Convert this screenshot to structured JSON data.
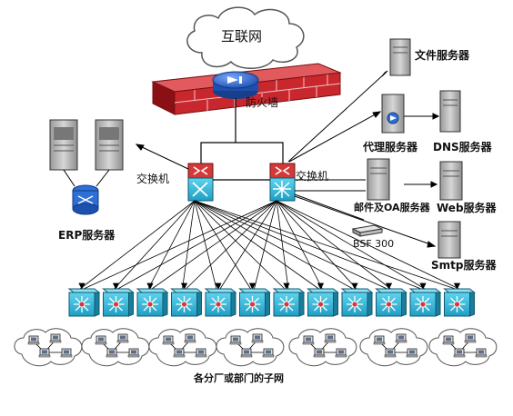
{
  "labels": {
    "internet": "互联网",
    "firewall": "防火墙",
    "switch_left": "交换机",
    "switch_right": "交换机",
    "erp": "ERP服务器",
    "file_server": "文件服务器",
    "proxy_server": "代理服务器",
    "dns_server": "DNS服务器",
    "mail_oa_server": "邮件及OA服务器",
    "web_server": "Web服务器",
    "bsf": "BSF 300",
    "smtp_server": "Smtp服务器",
    "subnets": "各分厂或部门的子网"
  },
  "colors": {
    "firewall_red": "#c8282d",
    "firewall_dark": "#8a1015",
    "router_blue": "#2b63c6",
    "switch_cyan": "#3ec3e0",
    "switch_red": "#d23a3a",
    "server_gray": "#b9b9b9",
    "cloud_outline": "#555555"
  },
  "icons": {
    "internet": "cloud-icon",
    "firewall": "brick-firewall-icon",
    "router": "router-icon",
    "core_switch": "multilayer-switch-icon",
    "access_switch": "access-switch-icon",
    "server": "tower-server-icon",
    "appliance": "rack-appliance-icon",
    "subnet": "lan-cloud-icon"
  }
}
